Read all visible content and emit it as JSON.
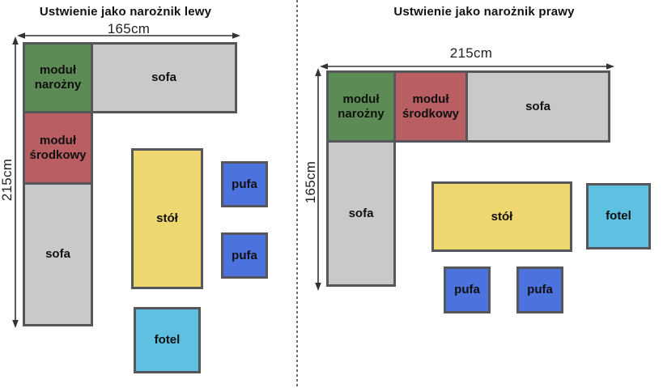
{
  "colors": {
    "corner_module": "#5d8b55",
    "middle_module": "#b95f63",
    "sofa": "#c9c9c9",
    "table": "#eed76f",
    "pouf": "#4c72de",
    "armchair": "#5ec1e2",
    "border": "#55575a",
    "arrow": "#333333"
  },
  "panels": [
    {
      "title": "Ustwienie jako narożnik lewy",
      "width_label": "165cm",
      "height_label": "215cm",
      "boxes": {
        "corner_module": "moduł narożny",
        "middle_module": "moduł środkowy",
        "sofa_top": "sofa",
        "sofa_side": "sofa",
        "table": "stół",
        "pouf1": "pufa",
        "pouf2": "pufa",
        "armchair": "fotel"
      }
    },
    {
      "title": "Ustwienie jako narożnik prawy",
      "width_label": "215cm",
      "height_label": "165cm",
      "boxes": {
        "corner_module": "moduł narożny",
        "middle_module": "moduł środkowy",
        "sofa_top": "sofa",
        "sofa_side": "sofa",
        "table": "stół",
        "pouf1": "pufa",
        "pouf2": "pufa",
        "armchair": "fotel"
      }
    }
  ]
}
